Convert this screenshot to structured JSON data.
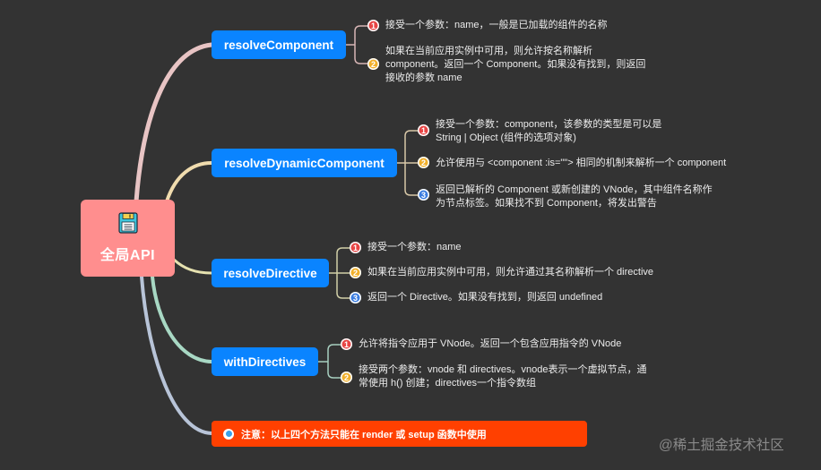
{
  "root": {
    "title": "全局API",
    "icon": "floppy-disk-icon",
    "color": "#ff8e8e"
  },
  "branches": [
    {
      "label": "resolveComponent",
      "connector_color": "#e8c4c4",
      "children": [
        {
          "marker": "1",
          "marker_color": "red",
          "text": "接受一个参数：name，一般是已加载的组件的名称"
        },
        {
          "marker": "2",
          "marker_color": "yellow",
          "text": "如果在当前应用实例中可用，则允许按名称解析\ncomponent。返回一个 Component。如果没有找到，则返回\n接收的参数 name"
        }
      ]
    },
    {
      "label": "resolveDynamicComponent",
      "connector_color": "#f0dcae",
      "children": [
        {
          "marker": "1",
          "marker_color": "red",
          "text": "接受一个参数：component，该参数的类型是可以是\nString | Object (组件的选项对象)"
        },
        {
          "marker": "2",
          "marker_color": "yellow",
          "text": "允许使用与 <component :is=\"\"> 相同的机制来解析一个 component"
        },
        {
          "marker": "3",
          "marker_color": "blue",
          "text": "返回已解析的 Component 或新创建的 VNode，其中组件名称作\n为节点标签。如果找不到 Component，将发出警告"
        }
      ]
    },
    {
      "label": "resolveDirective",
      "connector_color": "#e6e2b0",
      "children": [
        {
          "marker": "1",
          "marker_color": "red",
          "text": "接受一个参数：name"
        },
        {
          "marker": "2",
          "marker_color": "yellow",
          "text": "如果在当前应用实例中可用，则允许通过其名称解析一个 directive"
        },
        {
          "marker": "3",
          "marker_color": "blue",
          "text": "返回一个 Directive。如果没有找到，则返回 undefined"
        }
      ]
    },
    {
      "label": "withDirectives",
      "connector_color": "#a8d8c4",
      "children": [
        {
          "marker": "1",
          "marker_color": "red",
          "text": "允许将指令应用于 VNode。返回一个包含应用指令的 VNode"
        },
        {
          "marker": "2",
          "marker_color": "yellow",
          "text": "接受两个参数：vnode 和 directives。vnode表示一个虚拟节点，通\n常使用 h() 创建；directives一个指令数组"
        }
      ]
    }
  ],
  "note": {
    "text": "注意：以上四个方法只能在 render 或 setup 函数中使用",
    "icon": "lightbulb-icon",
    "connector_color": "#b8c4d8",
    "color": "#ff4000"
  },
  "watermark": "@稀土掘金技术社区",
  "colors": {
    "background": "#333333",
    "branch": "#0a84ff",
    "marker_red": "#e84545",
    "marker_yellow": "#f2b02a",
    "marker_blue": "#3b7de0"
  }
}
